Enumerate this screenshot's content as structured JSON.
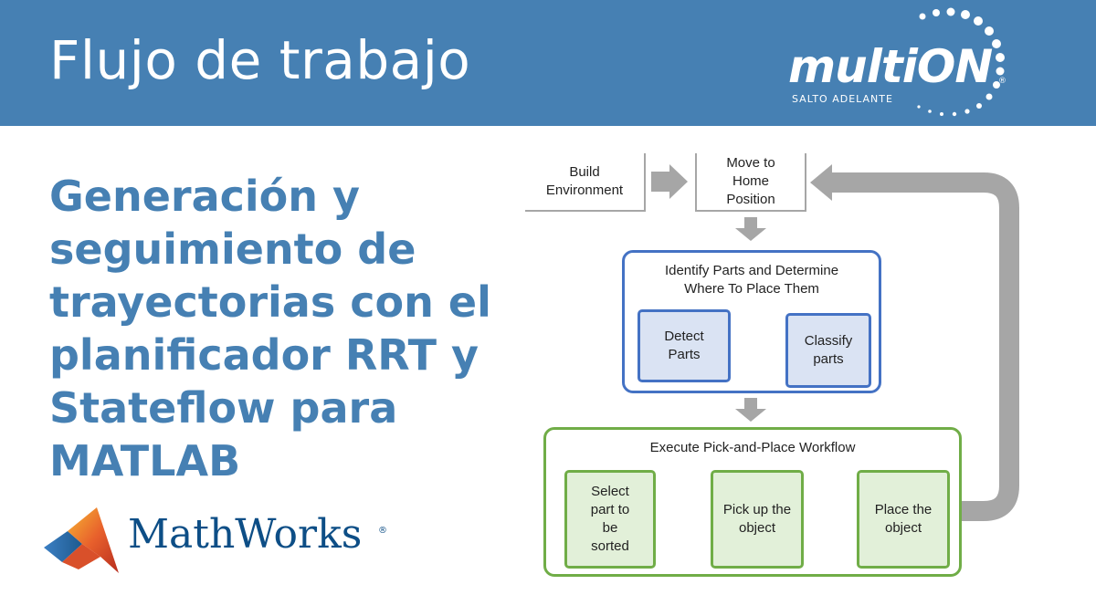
{
  "header": {
    "title": "Flujo de trabajo"
  },
  "logo": {
    "word": "multiON",
    "tagline": "SALTO ADELANTE",
    "reg": "®"
  },
  "subtitle": {
    "lines": [
      "Generación y",
      "seguimiento de",
      "trayectorias con el",
      "planificador RRT y",
      "Stateflow para",
      "MATLAB"
    ]
  },
  "mathworks": {
    "name": "MathWorks",
    "reg": "®"
  },
  "diagram": {
    "build": "Build Environment",
    "home": "Move to Home Position",
    "identify": {
      "title": "Identify Parts and Determine Where To Place Them",
      "detect": "Detect Parts",
      "classify": "Classify parts"
    },
    "execute": {
      "title": "Execute Pick-and-Place Workflow",
      "select": "Select part to be sorted",
      "pick": "Pick up the object",
      "place": "Place the object"
    },
    "colors": {
      "blue_border": "#4472c4",
      "blue_fill": "#dae3f3",
      "blue_arrow": "#4472c4",
      "green_border": "#70ad47",
      "green_fill": "#e2f0d9",
      "green_arrow": "#70ad47",
      "gray_arrow": "#a6a6a6"
    }
  }
}
